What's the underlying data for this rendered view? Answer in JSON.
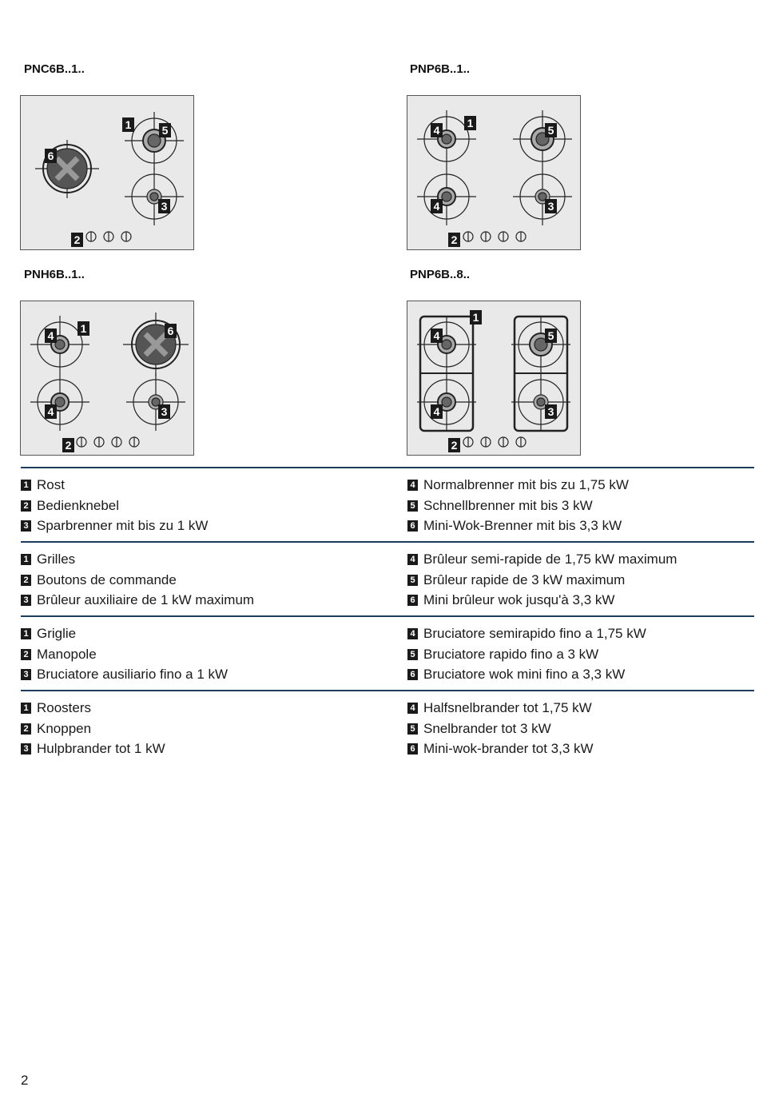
{
  "models": {
    "m1": "PNC6B..1..",
    "m2": "PNP6B..1..",
    "m3": "PNH6B..1..",
    "m4": "PNP6B..8.."
  },
  "hobs": {
    "m1": {
      "tags": [
        "6",
        "1",
        "5",
        "3",
        "2"
      ]
    },
    "m2": {
      "tags": [
        "4",
        "1",
        "5",
        "4",
        "3",
        "2"
      ]
    },
    "m3": {
      "tags": [
        "4",
        "1",
        "6",
        "4",
        "3",
        "2"
      ]
    },
    "m4": {
      "tags": [
        "1",
        "4",
        "5",
        "4",
        "3",
        "2"
      ]
    }
  },
  "legend_sections": [
    {
      "left": [
        {
          "num": "1",
          "text": "Rost"
        },
        {
          "num": "2",
          "text": "Bedienknebel"
        },
        {
          "num": "3",
          "text": "Sparbrenner mit bis zu 1 kW"
        }
      ],
      "right": [
        {
          "num": "4",
          "text": "Normalbrenner mit bis zu 1,75 kW"
        },
        {
          "num": "5",
          "text": "Schnellbrenner mit bis 3 kW"
        },
        {
          "num": "6",
          "text": "Mini-Wok-Brenner mit bis 3,3 kW"
        }
      ]
    },
    {
      "left": [
        {
          "num": "1",
          "text": "Grilles"
        },
        {
          "num": "2",
          "text": "Boutons de commande"
        },
        {
          "num": "3",
          "text": "Brûleur auxiliaire de 1 kW maximum"
        }
      ],
      "right": [
        {
          "num": "4",
          "text": "Brûleur semi-rapide de 1,75 kW maximum"
        },
        {
          "num": "5",
          "text": "Brûleur rapide de 3 kW maximum"
        },
        {
          "num": "6",
          "text": "Mini brûleur wok jusqu'à 3,3 kW"
        }
      ]
    },
    {
      "left": [
        {
          "num": "1",
          "text": "Griglie"
        },
        {
          "num": "2",
          "text": "Manopole"
        },
        {
          "num": "3",
          "text": "Bruciatore ausiliario fino a 1 kW"
        }
      ],
      "right": [
        {
          "num": "4",
          "text": "Bruciatore semirapido fino a 1,75 kW"
        },
        {
          "num": "5",
          "text": "Bruciatore rapido fino a 3 kW"
        },
        {
          "num": "6",
          "text": "Bruciatore wok mini fino a 3,3 kW"
        }
      ]
    },
    {
      "left": [
        {
          "num": "1",
          "text": "Roosters"
        },
        {
          "num": "2",
          "text": "Knoppen"
        },
        {
          "num": "3",
          "text": "Hulpbrander tot 1 kW"
        }
      ],
      "right": [
        {
          "num": "4",
          "text": "Halfsnelbrander tot 1,75 kW"
        },
        {
          "num": "5",
          "text": "Snelbrander tot 3 kW"
        },
        {
          "num": "6",
          "text": "Mini-wok-brander tot 3,3 kW"
        }
      ]
    }
  ],
  "page_number": "2",
  "colors": {
    "rule": "#1d3d5c",
    "hob_bg": "#e9e9e9",
    "tag_bg": "#1a1a1a"
  }
}
